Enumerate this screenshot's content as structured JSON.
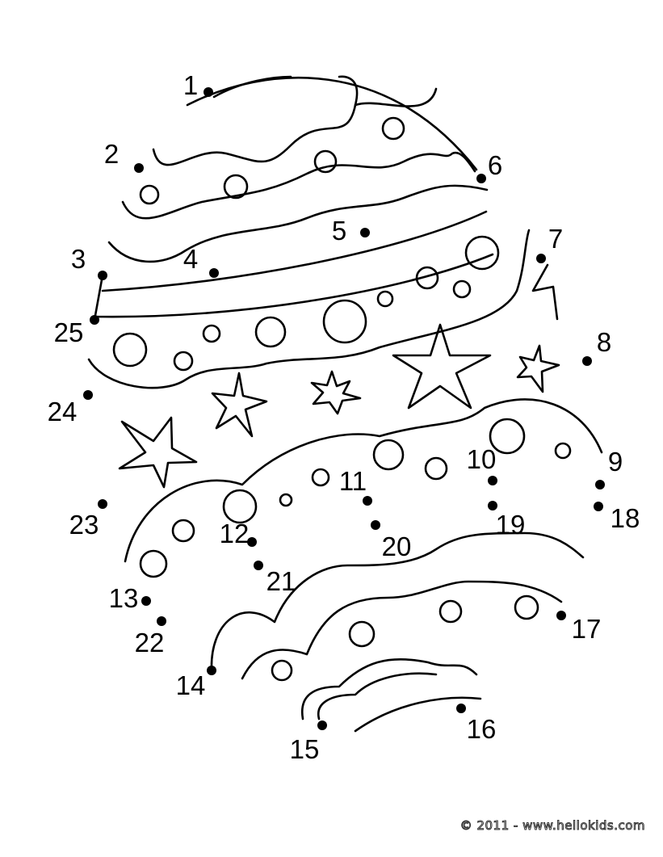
{
  "puzzle": {
    "dots": [
      {
        "number": "1"
      },
      {
        "number": "2"
      },
      {
        "number": "3"
      },
      {
        "number": "4"
      },
      {
        "number": "5"
      },
      {
        "number": "6"
      },
      {
        "number": "7"
      },
      {
        "number": "8"
      },
      {
        "number": "9"
      },
      {
        "number": "10"
      },
      {
        "number": "11"
      },
      {
        "number": "12"
      },
      {
        "number": "13"
      },
      {
        "number": "14"
      },
      {
        "number": "15"
      },
      {
        "number": "16"
      },
      {
        "number": "17"
      },
      {
        "number": "18"
      },
      {
        "number": "19"
      },
      {
        "number": "20"
      },
      {
        "number": "21"
      },
      {
        "number": "22"
      },
      {
        "number": "23"
      },
      {
        "number": "24"
      },
      {
        "number": "25"
      }
    ],
    "line_color": "#000000",
    "background": "#ffffff"
  },
  "footer": {
    "copyright": "© 2011 - www.hellokids.com"
  }
}
